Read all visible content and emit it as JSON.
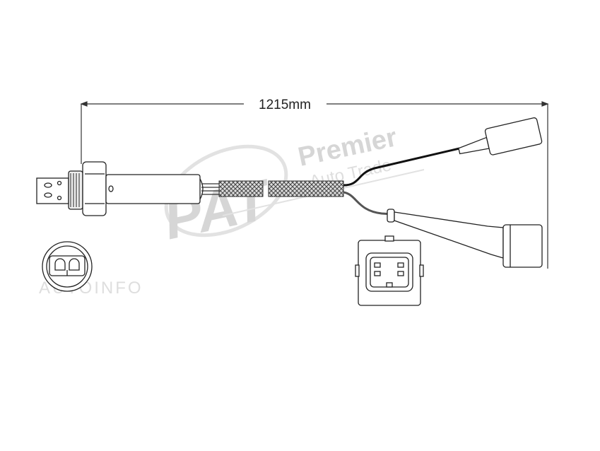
{
  "dimension": {
    "label": "1215mm"
  },
  "watermarks": {
    "logo_letters": "PAT",
    "brand_line1": "Premier",
    "brand_line2": "Auto Trade",
    "autoinfo": "AUTOINFO"
  },
  "colors": {
    "line": "#222222",
    "watermark": "#d6d6d6",
    "wire_dark": "#111111",
    "wire_grey": "#555555"
  }
}
